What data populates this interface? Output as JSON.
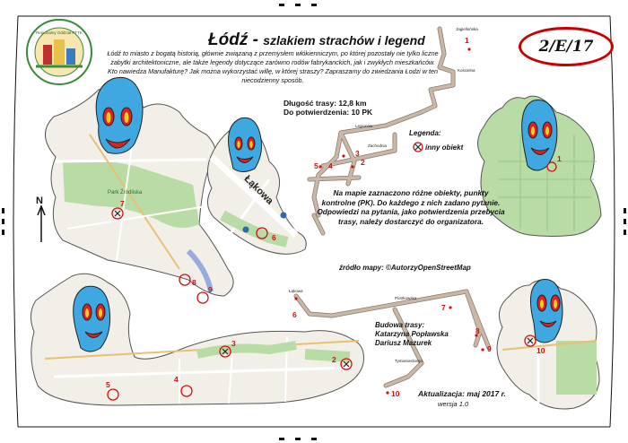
{
  "header": {
    "title_city": "Łódź",
    "title_dash": " - ",
    "title_sub": "szlakiem strachów i legend",
    "route_code": "2/E/17"
  },
  "intro": "Łódź to miasto z bogatą historią, głównie związaną z przemysłem włókienniczym, po której pozostały nie tylko liczne zabytki architektoniczne, ale także legendy dotyczące zarówno rodów fabrykanckich, jak i zwykłych mieszkańców. Kto nawiedza Manufakturę? Jak można wykorzystać willę, w której straszy? Zapraszamy do zwiedzania Łodzi w ten niecodzienny sposób.",
  "stats": {
    "length": "Długość trasy: 12,8 km",
    "confirm": "Do potwierdzenia: 10 PK"
  },
  "legend": {
    "title": "Legenda:",
    "other_object": "inny obiekt"
  },
  "info": "Na mapie zaznaczono różne obiekty, punkty kontrolne (PK). Do każdego z nich zadano pytanie. Odpowiedzi na pytania, jako potwierdzenia przebycia trasy, należy dostarczyć do organizatora.",
  "source": "źródło mapy: ©AutorzyOpenStreetMap",
  "authors": {
    "label": "Budowa trasy:",
    "name1": "Katarzyna Popławska",
    "name2": "Dariusz Mazurek"
  },
  "updated": "Aktualizacja: maj 2017 r.",
  "version": "wersja 1.0",
  "compass": "N",
  "logo_text": "Regionalny Oddział PTTK",
  "route_points": [
    "1",
    "2",
    "3",
    "4",
    "5",
    "6",
    "7",
    "8",
    "9",
    "10"
  ],
  "map_streets": {
    "s1": "Jagiellońska",
    "s2": "Kościelna",
    "s3": "Legionów",
    "s4": "Zachodnia",
    "s5": "Łąkowa",
    "s6": "Piotrkowska",
    "s7": "Tymienieckiego"
  },
  "photo_labels": {
    "park": "Park Źródliska",
    "street": "Łąkowa"
  },
  "colors": {
    "route": "#c9b8a8",
    "route_edge": "#8a7a6a",
    "marker": "#d01010",
    "map_green": "#b9dca7",
    "map_bg": "#f2efe9",
    "ghost": "#3fa8e0",
    "ghost_eye": "#e02020",
    "eye_inner": "#f0d020"
  }
}
